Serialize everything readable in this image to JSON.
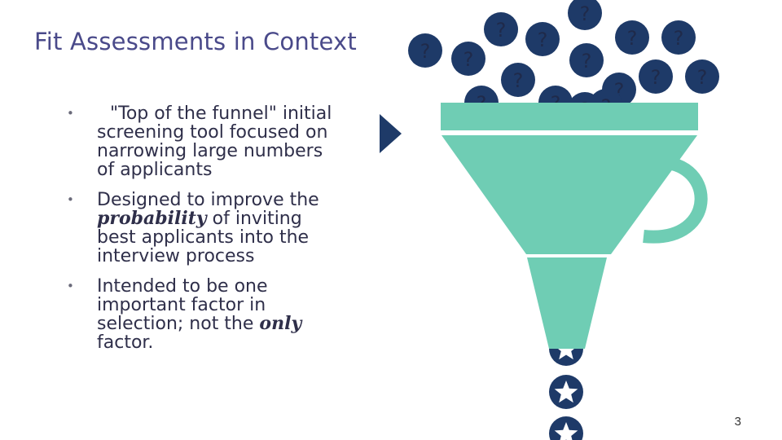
{
  "slide": {
    "title": "Fit Assessments in Context",
    "page_number": "3"
  },
  "bullets": [
    {
      "marker": "•",
      "pre": "\"Top of the funnel\" initial screening tool focused on narrowing large numbers of applicants",
      "emph": "",
      "post": ""
    },
    {
      "marker": "•",
      "pre": "Designed to improve the ",
      "emph": "probability",
      "post": " of inviting best applicants into the interview process"
    },
    {
      "marker": "•",
      "pre": "Intended to be one important factor in selection; not the ",
      "emph": "only",
      "post": " factor."
    }
  ],
  "graphic": {
    "question_mark": "?",
    "funnel_color": "#6fcdb4",
    "circle_color": "#1e3a68",
    "arrow_color": "#1e3a68",
    "star_count": 3,
    "question_count": 16
  }
}
